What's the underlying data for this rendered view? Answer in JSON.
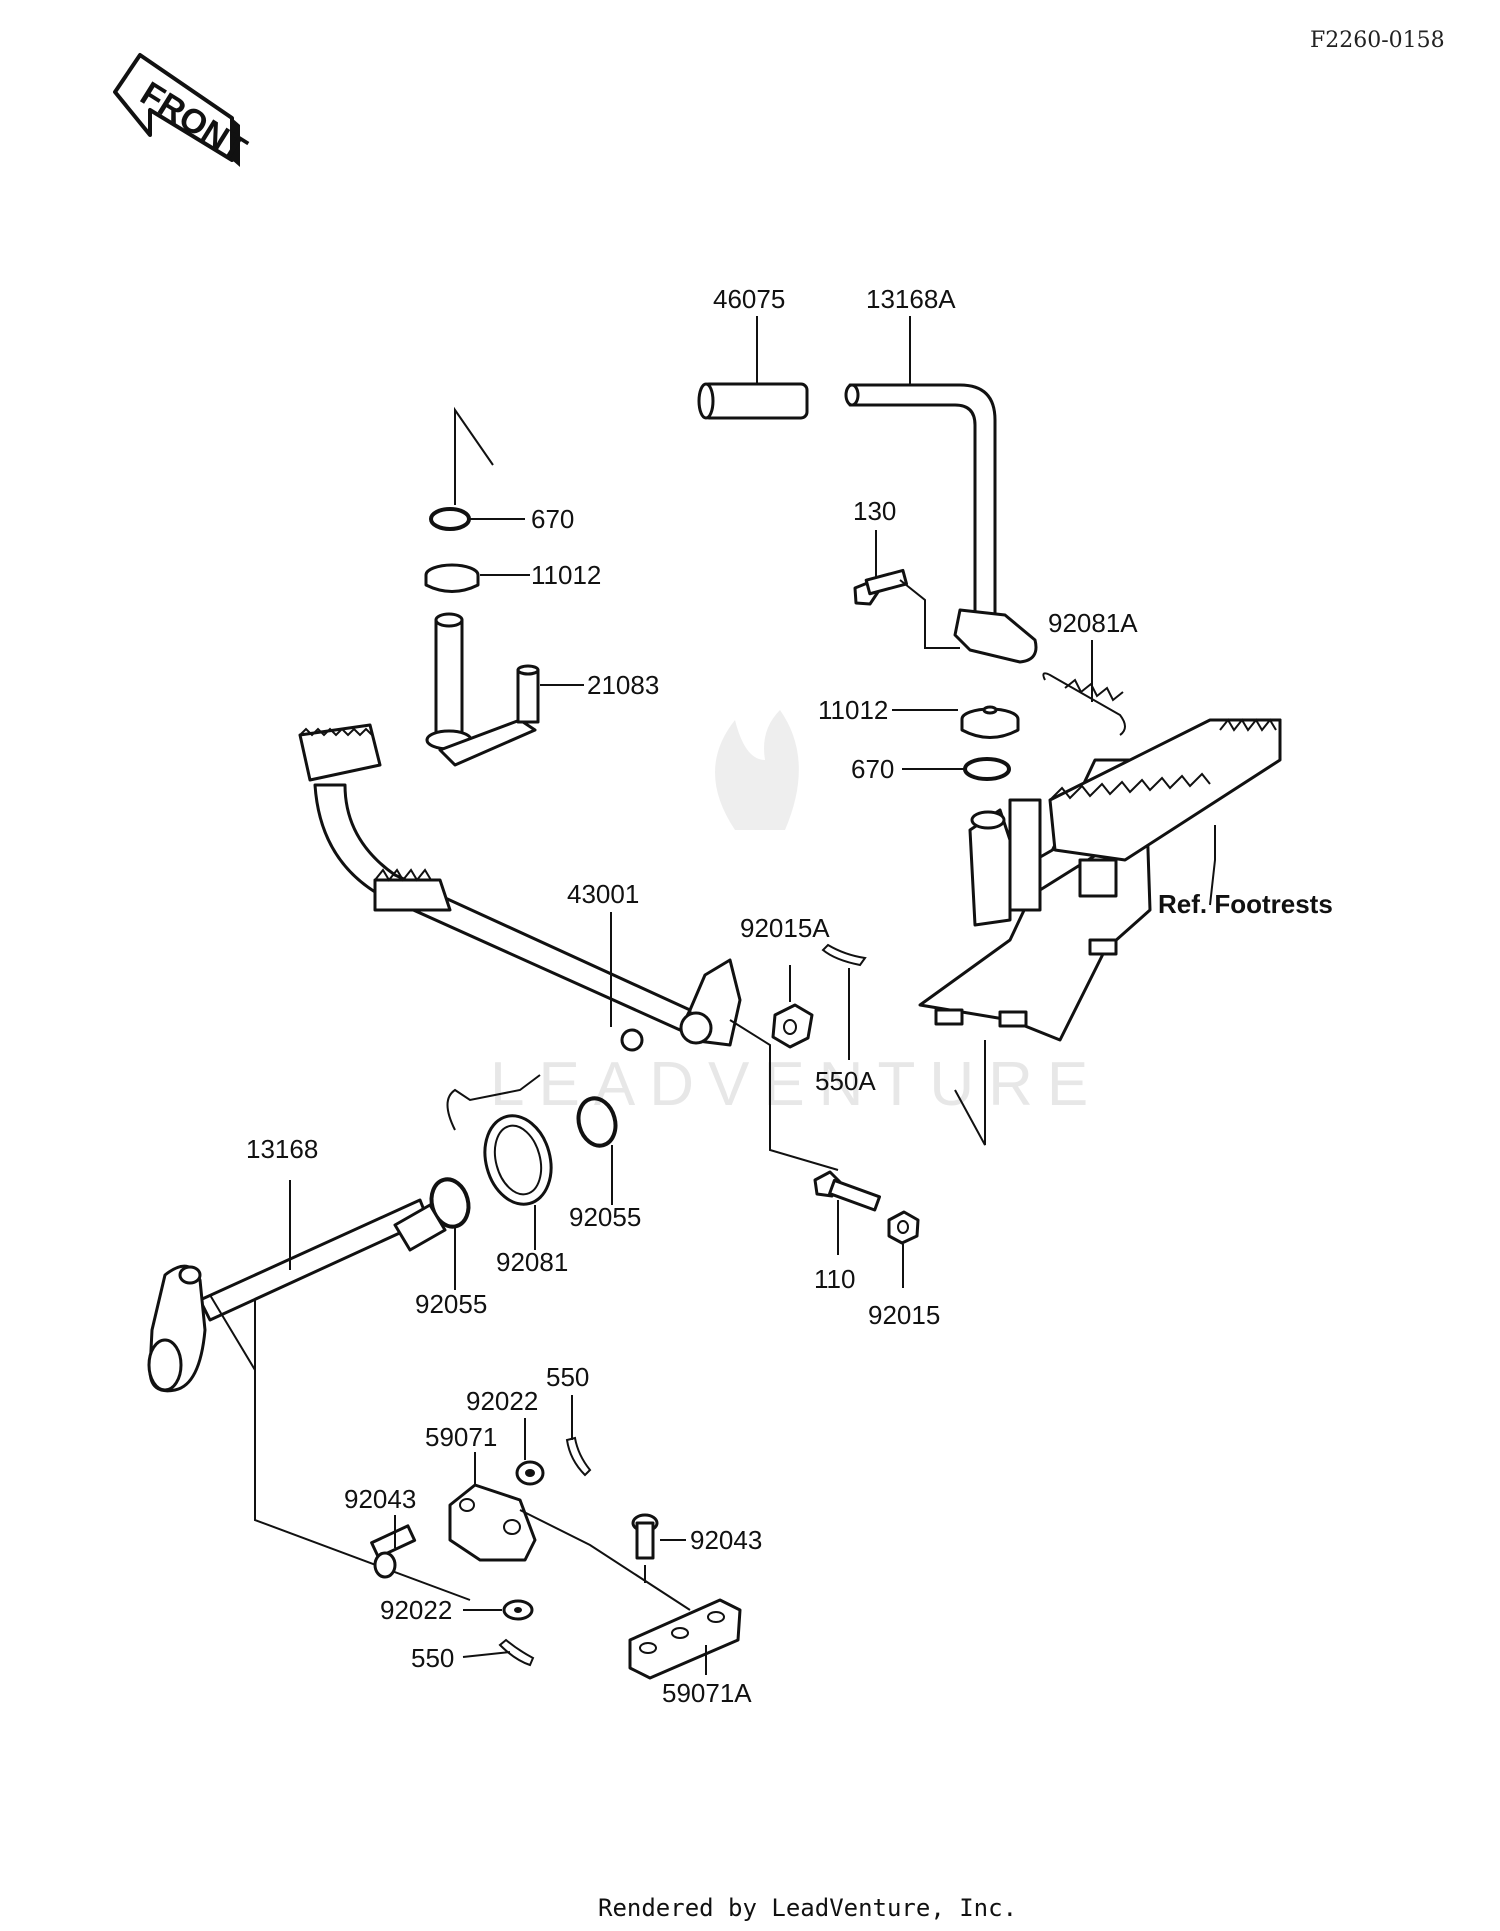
{
  "diagram_code": "F2260-0158",
  "front_arrow_label": "FRONT",
  "watermark": "LEADVENTURE",
  "footer": "Rendered by LeadVenture, Inc.",
  "ref_label": "Ref. Footrests",
  "parts": {
    "p46075": "46075",
    "p13168A": "13168A",
    "p670_top": "670",
    "p11012_top": "11012",
    "p21083": "21083",
    "p130": "130",
    "p92081A": "92081A",
    "p11012_right": "11012",
    "p670_right": "670",
    "p43001": "43001",
    "p92015A": "92015A",
    "p550A": "550A",
    "p13168": "13168",
    "p92055_right": "92055",
    "p92081": "92081",
    "p92055_left": "92055",
    "p110": "110",
    "p92015": "92015",
    "p550_top": "550",
    "p92022_top": "92022",
    "p59071": "59071",
    "p92043_left": "92043",
    "p92043_right": "92043",
    "p92022_bottom": "92022",
    "p550_bottom": "550",
    "p59071A": "59071A"
  }
}
